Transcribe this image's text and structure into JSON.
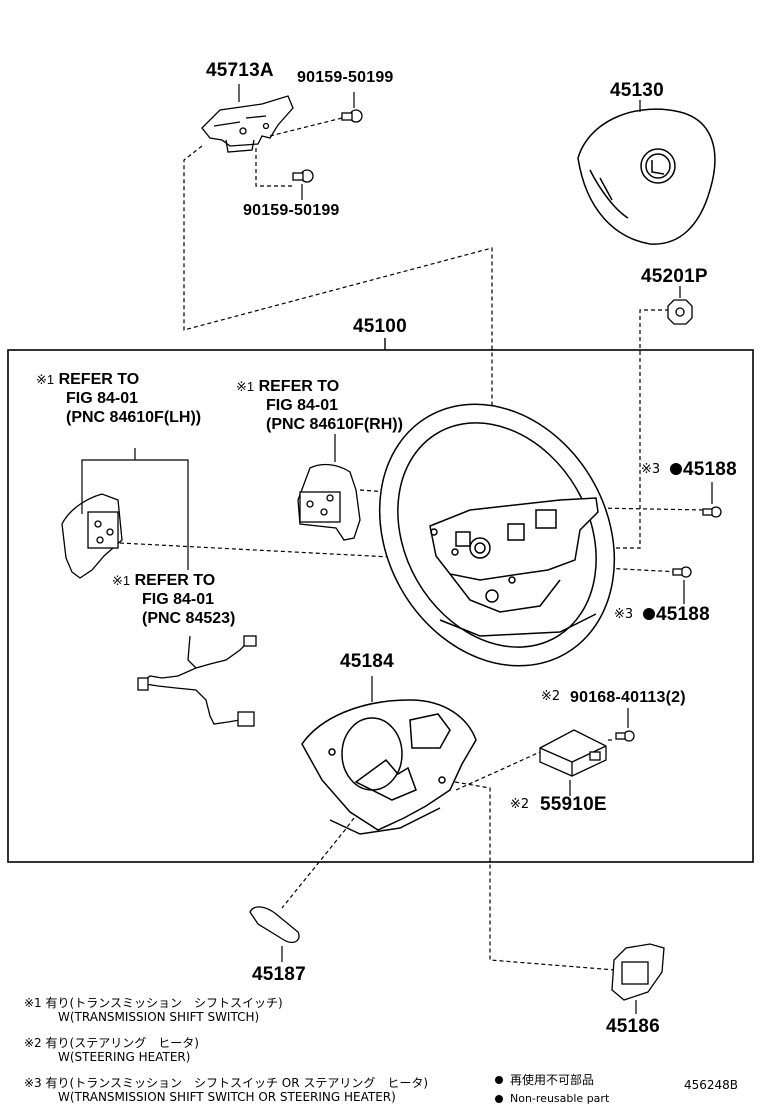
{
  "diagram": {
    "part_labels": {
      "p45713a": "45713A",
      "p90159_top": "90159-50199",
      "p90159_bottom": "90159-50199",
      "p45130": "45130",
      "p45201p": "45201P",
      "p45100": "45100",
      "p45188_upper": "45188",
      "p45188_lower": "45188",
      "p45184": "45184",
      "p90168": "90168-40113(2)",
      "p55910e": "55910E",
      "p45187": "45187",
      "p45186": "45186"
    },
    "marks": {
      "m45188_upper": "※3",
      "m45188_lower": "※3",
      "m90168": "※2",
      "m55910e": "※2"
    },
    "references": {
      "lh": {
        "mark": "※1",
        "line1": "REFER TO",
        "line2": "FIG 84-01",
        "line3": "(PNC 84610F(LH))"
      },
      "rh": {
        "mark": "※1",
        "line1": "REFER TO",
        "line2": "FIG 84-01",
        "line3": "(PNC 84610F(RH))"
      },
      "harness": {
        "mark": "※1",
        "line1": "REFER TO",
        "line2": "FIG 84-01",
        "line3": "(PNC 84523)"
      }
    },
    "notes": [
      {
        "mark": "※1",
        "jp": "有り(トランスミッション　シフトスイッチ)",
        "en": "W(TRANSMISSION SHIFT SWITCH)"
      },
      {
        "mark": "※2",
        "jp": "有り(ステアリング　ヒータ)",
        "en": "W(STEERING HEATER)"
      },
      {
        "mark": "※3",
        "jp": "有り(トランスミッション　シフトスイッチ OR ステアリング　ヒータ)",
        "en": "W(TRANSMISSION SHIFT SWITCH OR STEERING HEATER)"
      }
    ],
    "legend": {
      "jp": "再使用不可部品",
      "en": "Non-reusable part"
    },
    "figure_number": "456248B"
  }
}
